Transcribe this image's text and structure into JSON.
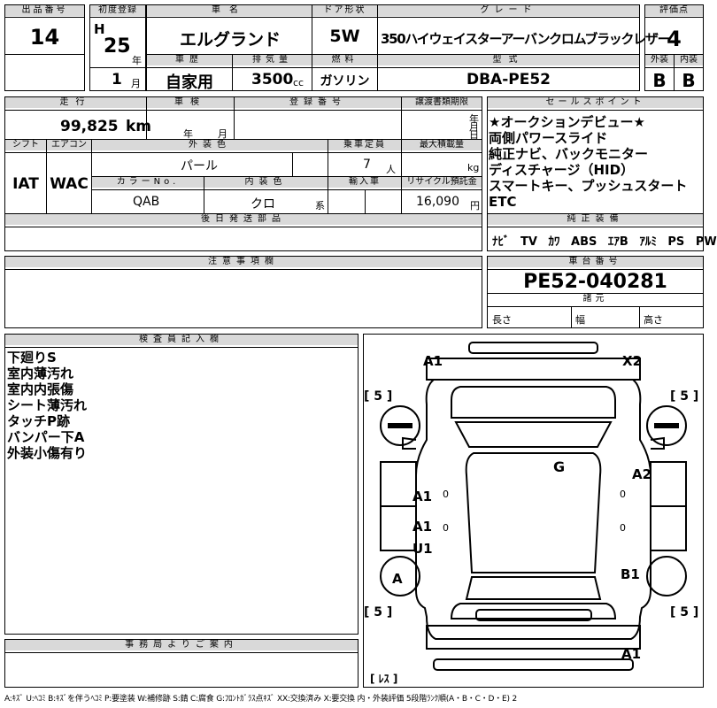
{
  "header": {
    "lot_label": "出品番号",
    "lot": "14",
    "first_reg_label": "初度登録",
    "era": "H",
    "reg_year": "25",
    "year_unit": "年",
    "reg_month": "1",
    "month_unit": "月",
    "car_name_label": "車名",
    "car_name": "エルグランド",
    "doors_label": "ドア形状",
    "doors": "5W",
    "grade_label": "グレード",
    "grade": "350ハイウェイスターアーバンクロムブラックレザー",
    "score_label": "評価点",
    "score": "4",
    "history_label": "車歴",
    "history": "自家用",
    "displacement_label": "排気量",
    "displacement": "3500",
    "displacement_unit": "cc",
    "fuel_label": "燃料",
    "fuel": "ガソリン",
    "model_label": "型式",
    "model": "DBA-PE52",
    "ext_label": "外装",
    "ext": "B",
    "int_label": "内装",
    "int": "B"
  },
  "row2": {
    "mileage_label": "走行",
    "mileage": "99,825",
    "mileage_unit": "km",
    "inspection_label": "車検",
    "insp_year_unit": "年",
    "insp_month_unit": "月",
    "regno_label": "登録番号",
    "transfer_label": "譲渡書類期限",
    "transfer_year": "年",
    "transfer_month": "月",
    "transfer_day": "日",
    "shift_label": "シフト",
    "shift": "IAT",
    "ac_label": "エアコン",
    "ac": "WAC",
    "color_label": "外装色",
    "color": "パール",
    "capacity_label": "乗車定員",
    "capacity": "7",
    "capacity_unit": "人",
    "load_label": "最大積載量",
    "load_unit": "kg",
    "color_no_label": "カラーNo.",
    "color_no": "QAB",
    "int_color_label": "内装色",
    "int_color": "クロ",
    "int_color_unit": "系",
    "import_label": "輸入車",
    "recycle_label": "リサイクル預託金",
    "recycle": "16,090",
    "recycle_unit": "円",
    "later_label": "後日発送部品"
  },
  "sales": {
    "label": "セールスポイント",
    "lines": [
      "★オークションデビュー★",
      "両側パワースライド",
      "純正ナビ、バックモニター",
      "ディスチャージ（HID）",
      "スマートキー、プッシュスタート",
      "ETC"
    ]
  },
  "equipment": {
    "label": "純正装備",
    "items": [
      "ﾅﾋﾞ",
      "TV",
      "ｶﾜ",
      "ABS",
      "ｴｱB",
      "ｱﾙﾐ",
      "PS",
      "PW"
    ]
  },
  "notes": {
    "label": "注意事項欄"
  },
  "chassis": {
    "label": "車台番号",
    "number": "PE52-040281",
    "spec_label": "諸元",
    "length": "長さ",
    "width": "幅",
    "height": "高さ"
  },
  "inspector": {
    "label": "検査員記入欄",
    "lines": [
      "下廻りS",
      "室内薄汚れ",
      "室内内張傷",
      "シート薄汚れ",
      "タッチP跡",
      "バンパー下A",
      "外装小傷有り"
    ]
  },
  "diagram": {
    "marks": {
      "front_left": "A1",
      "front_right": "X2",
      "fl_tire": "[ 5 ]",
      "fr_tire": "[ 5 ]",
      "rl_tire": "[ 5 ]",
      "rr_tire": "[ 5 ]",
      "roof": "G",
      "left_front_door": "A1",
      "left_rear_door": "A1",
      "left_rear_door2": "U1",
      "right_door": "A2",
      "left_quarter": "A",
      "right_quarter": "B1",
      "rear": "A1",
      "zero1": "0",
      "zero2": "0",
      "zero3": "0",
      "zero4": "0",
      "less": "[ ﾚｽ ]"
    }
  },
  "office": {
    "label": "事務局よりご案内"
  },
  "footer": {
    "legend": "A:ｷｽﾞ U:ﾍｺﾐ B:ｷｽﾞを伴うﾍｺﾐ P:要塗装 W:補修跡 S:錆 C:腐食 G:ﾌﾛﾝﾄｶﾞﾗｽ点ｷｽﾞ XX:交換済み X:要交換 内・外装評価 5段階ﾗﾝｸ順(A・B・C・D・E) 2"
  }
}
